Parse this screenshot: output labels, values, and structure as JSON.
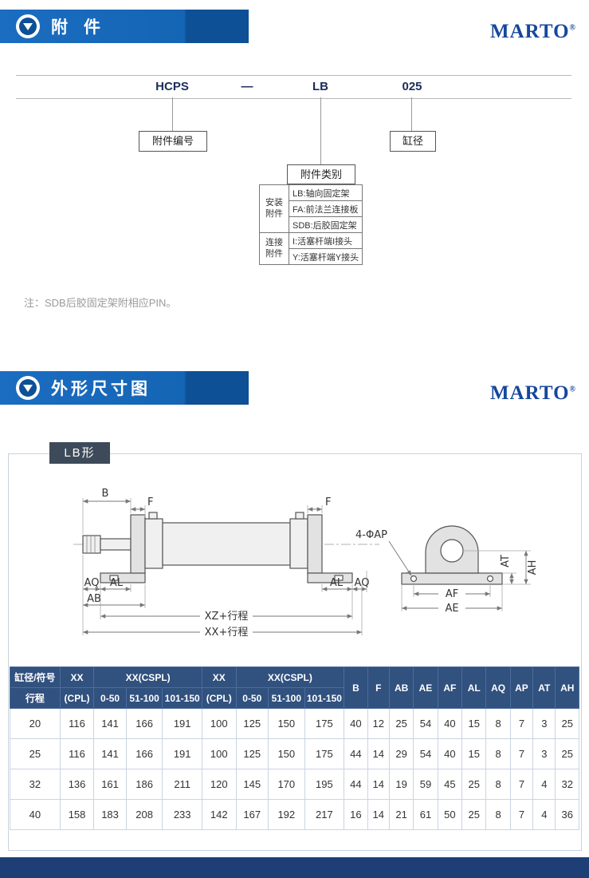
{
  "brand": {
    "name": "MARTO",
    "reg": "®"
  },
  "sections": {
    "accessories": {
      "title": "附 件"
    },
    "dimensions": {
      "title": "外形尺寸图",
      "tab_label": "LB形"
    }
  },
  "model_code": {
    "series": "HCPS",
    "dash": "—",
    "type": "LB",
    "bore": "025",
    "callouts": {
      "series_label": "附件编号",
      "type_label": "附件类别",
      "bore_label": "缸径"
    }
  },
  "accessory_table": {
    "groups": [
      {
        "name": "安装附件",
        "items": [
          "LB:轴向固定架",
          "FA:前法兰连接板",
          "SDB:后胶固定架"
        ]
      },
      {
        "name": "连接附件",
        "items": [
          "I:活塞杆端I接头",
          "Y:活塞杆端Y接头"
        ]
      }
    ]
  },
  "note": "注：SDB后胶固定架附相应PIN。",
  "drawing": {
    "dim_labels": {
      "b": "B",
      "f_left": "F",
      "f_right": "F",
      "aq_left": "AQ",
      "al_left": "AL",
      "ab": "AB",
      "al_right": "AL",
      "aq_right": "AQ",
      "xz_stroke": "XZ+行程",
      "xx_stroke": "XX+行程",
      "ap": "4-ΦAP",
      "af": "AF",
      "ae": "AE",
      "at": "AT",
      "ah": "AH"
    }
  },
  "dim_table": {
    "header_row1": [
      "缸径/符号",
      "XX",
      "XX(CSPL)",
      "XX",
      "XX(CSPL)",
      "B",
      "F",
      "AB",
      "AE",
      "AF",
      "AL",
      "AQ",
      "AP",
      "AT",
      "AH"
    ],
    "header_row2": [
      "行程",
      "(CPL)",
      "0-50",
      "51-100",
      "101-150",
      "(CPL)",
      "0-50",
      "51-100",
      "101-150"
    ],
    "rows": [
      [
        "20",
        "116",
        "141",
        "166",
        "191",
        "100",
        "125",
        "150",
        "175",
        "40",
        "12",
        "25",
        "54",
        "40",
        "15",
        "8",
        "7",
        "3",
        "25"
      ],
      [
        "25",
        "116",
        "141",
        "166",
        "191",
        "100",
        "125",
        "150",
        "175",
        "44",
        "14",
        "29",
        "54",
        "40",
        "15",
        "8",
        "7",
        "3",
        "25"
      ],
      [
        "32",
        "136",
        "161",
        "186",
        "211",
        "120",
        "145",
        "170",
        "195",
        "44",
        "14",
        "19",
        "59",
        "45",
        "25",
        "8",
        "7",
        "4",
        "32"
      ],
      [
        "40",
        "158",
        "183",
        "208",
        "233",
        "142",
        "167",
        "192",
        "217",
        "16",
        "14",
        "21",
        "61",
        "50",
        "25",
        "8",
        "7",
        "4",
        "36"
      ]
    ]
  },
  "colors": {
    "header_blue": "#1565b5",
    "table_header_blue": "#31517f",
    "footer_blue": "#1d3f76",
    "logo_blue": "#16479c"
  }
}
